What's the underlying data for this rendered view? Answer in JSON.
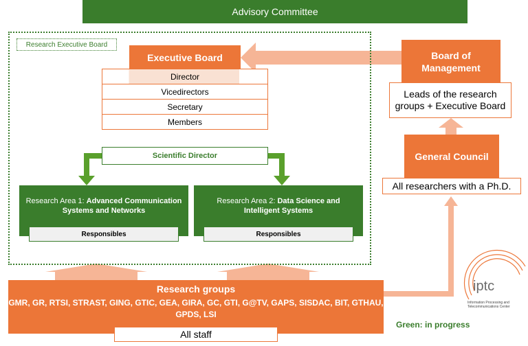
{
  "advisory_committee": "Advisory Committee",
  "research_executive_board_label": "Research Executive Board",
  "executive_board": {
    "title": "Executive Board",
    "rows": [
      "Director",
      "Vicedirectors",
      "Secretary",
      "Members"
    ]
  },
  "scientific_director": "Scientific Director",
  "research_areas": [
    {
      "prefix": "Research Area 1: ",
      "name": "Advanced Communication Systems and Networks",
      "responsibles": "Responsibles"
    },
    {
      "prefix": "Research Area 2: ",
      "name": "Data Science and Intelligent Systems",
      "responsibles": "Responsibles"
    }
  ],
  "board_of_management": {
    "title": "Board of Management",
    "members": "Leads of the research groups + Executive Board"
  },
  "general_council": {
    "title": "General Council",
    "members": "All researchers with a Ph.D."
  },
  "research_groups": {
    "title": "Research groups",
    "list": "GMR, GR, RTSI, STRAST, GING, GTIC, GEA, GIRA, GC, GTI, G@TV, GAPS, SISDAC, BIT, GTHAU, GPDS, LSI",
    "members": "All staff"
  },
  "legend": "Green: in progress",
  "logo": {
    "name": "iptc",
    "subtitle": "Information Processing and Telecommunications Center"
  },
  "colors": {
    "green": "#3a7d2c",
    "orange": "#ec7638",
    "light_orange": "#f6b596"
  }
}
